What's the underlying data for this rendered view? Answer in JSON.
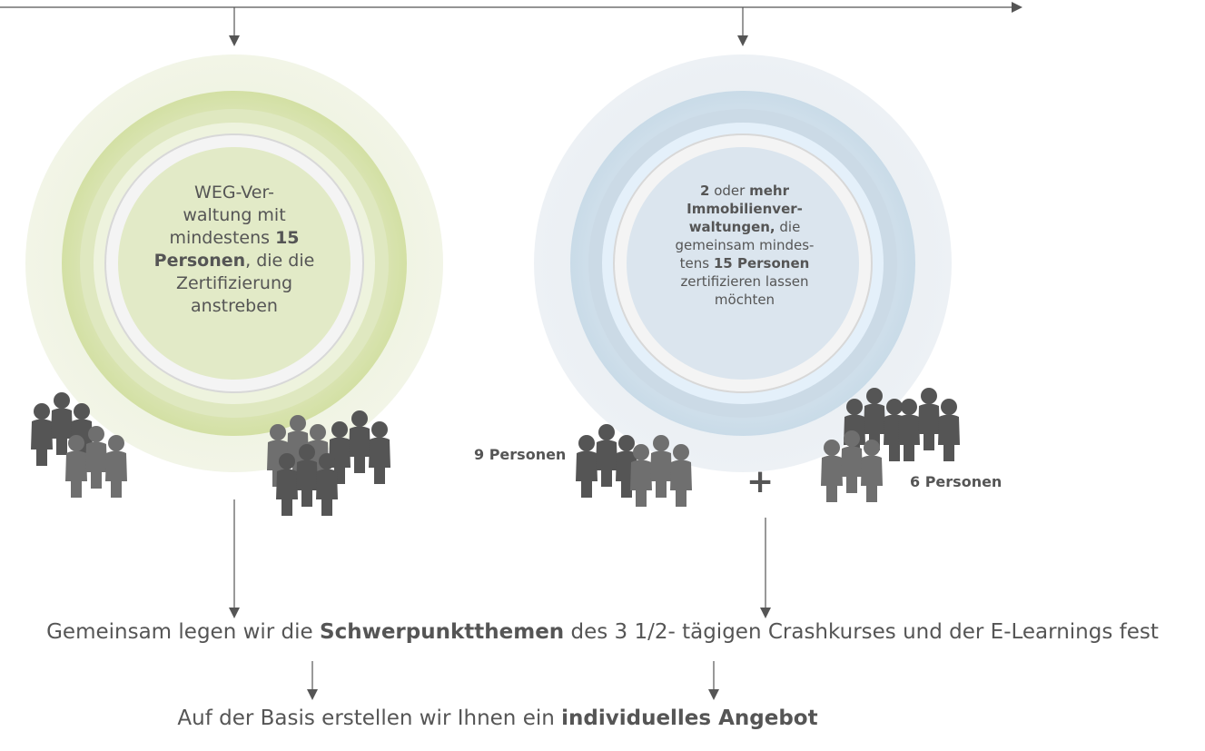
{
  "left_option": {
    "text_line1": "WEG-Ver-",
    "text_line2": "waltung mit",
    "text_line3_pre": "mindestens ",
    "text_line3_bold": "15",
    "text_line4_bold": "Personen",
    "text_line4_post": ", die die",
    "text_line5": "Zertifizierung",
    "text_line6": "anstreben",
    "colors": {
      "outer": "#eef2e1",
      "ring": "#dbe6b6",
      "inner": "#e3ebc9"
    }
  },
  "right_option": {
    "l1_bold": "2",
    "l1_mid": " oder ",
    "l1_bold2": "mehr",
    "l2_bold": "Immobilienver-",
    "l3_bold": "waltungen,",
    "l3_post": " die",
    "l4": "gemeinsam mindes-",
    "l5_pre": "tens ",
    "l5_bold": "15 Personen",
    "l6": "zertifizieren lassen",
    "l7": "möchten",
    "group_left_label": "9 Personen",
    "group_right_label": "6 Personen",
    "plus": "+",
    "colors": {
      "outer": "#e9eef3",
      "ring": "#d5e3ee",
      "inner": "#dde7ef"
    }
  },
  "statement_1": {
    "pre": "Gemeinsam legen wir die ",
    "bold": "Schwerpunktthemen",
    "post": " des 3 1/2- tägigen Crashkurses und der E-Learnings fest"
  },
  "statement_2": {
    "pre": "Auf der Basis erstellen wir Ihnen ein ",
    "bold": "individuelles Angebot"
  },
  "icons": [
    "people-group-icon",
    "plus-icon",
    "arrow-down-icon"
  ]
}
